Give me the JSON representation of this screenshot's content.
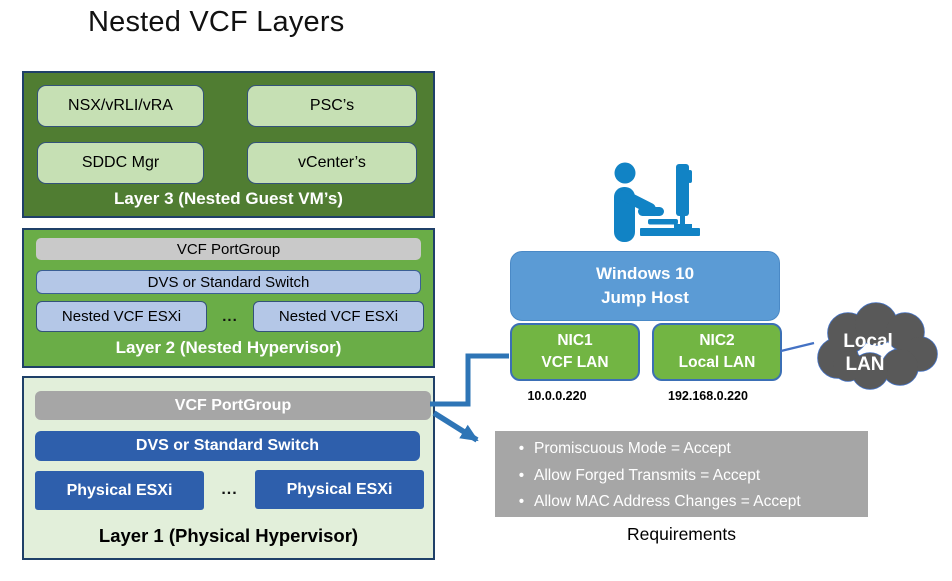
{
  "title": "Nested VCF Layers",
  "layer3": {
    "boxes": [
      "NSX/vRLI/vRA",
      "PSC’s",
      "SDDC Mgr",
      "vCenter’s"
    ],
    "label": "Layer 3 (Nested Guest VM’s)"
  },
  "layer2": {
    "portgroup": "VCF PortGroup",
    "switch": "DVS or Standard Switch",
    "esxi": [
      "Nested VCF ESXi",
      "Nested VCF ESXi"
    ],
    "ellipsis": "...",
    "label": "Layer 2 (Nested Hypervisor)"
  },
  "layer1": {
    "portgroup": "VCF PortGroup",
    "switch": "DVS or Standard Switch",
    "esxi": [
      "Physical ESXi",
      "Physical ESXi"
    ],
    "ellipsis": "...",
    "label": "Layer 1 (Physical Hypervisor)"
  },
  "jump_host": {
    "line1": "Windows 10",
    "line2": "Jump Host"
  },
  "nic1": {
    "name": "NIC1",
    "network": "VCF LAN",
    "ip": "10.0.0.220"
  },
  "nic2": {
    "name": "NIC2",
    "network": "Local LAN",
    "ip": "192.168.0.220"
  },
  "cloud": {
    "line1": "Local",
    "line2": "LAN"
  },
  "requirements": {
    "items": [
      "Promiscuous Mode = Accept",
      "Allow Forged Transmits = Accept",
      "Allow MAC Address Changes = Accept"
    ],
    "caption": "Requirements"
  },
  "colors": {
    "layer3_bg": "#507d32",
    "layer2_bg": "#6aad47",
    "layer1_bg": "#e2efda",
    "box_border_navy": "#1f4068",
    "light_green": "#c6e0b4",
    "light_blue": "#b4c7e7",
    "royal_blue": "#2e5fac",
    "gray_light": "#c9c9c9",
    "gray_mid": "#a6a6a6",
    "jump_host_blue": "#5b9bd5",
    "nic_green": "#72b543",
    "nic_border_blue": "#3b6fb5",
    "cloud_gray": "#595959",
    "cloud_border_blue": "#4472c4",
    "connector_blue": "#2e75b6",
    "icon_blue": "#1183c5"
  }
}
